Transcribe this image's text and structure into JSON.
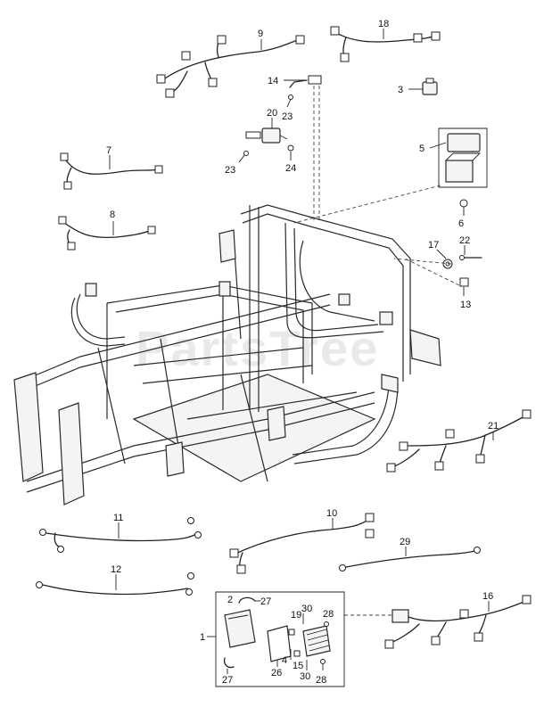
{
  "watermark": "PartsTree",
  "callouts": {
    "c1": "1",
    "c2": "2",
    "c3": "3",
    "c4": "4",
    "c5": "5",
    "c6": "6",
    "c7": "7",
    "c8": "8",
    "c9": "9",
    "c10": "10",
    "c11": "11",
    "c12": "12",
    "c13": "13",
    "c14": "14",
    "c15": "15",
    "c16": "16",
    "c17": "17",
    "c18": "18",
    "c19": "19",
    "c20": "20",
    "c21": "21",
    "c22": "22",
    "c23a": "23",
    "c23b": "23",
    "c24": "24",
    "c26": "26",
    "c27a": "27",
    "c27b": "27",
    "c28a": "28",
    "c28b": "28",
    "c29": "29",
    "c30a": "30",
    "c30b": "30"
  }
}
